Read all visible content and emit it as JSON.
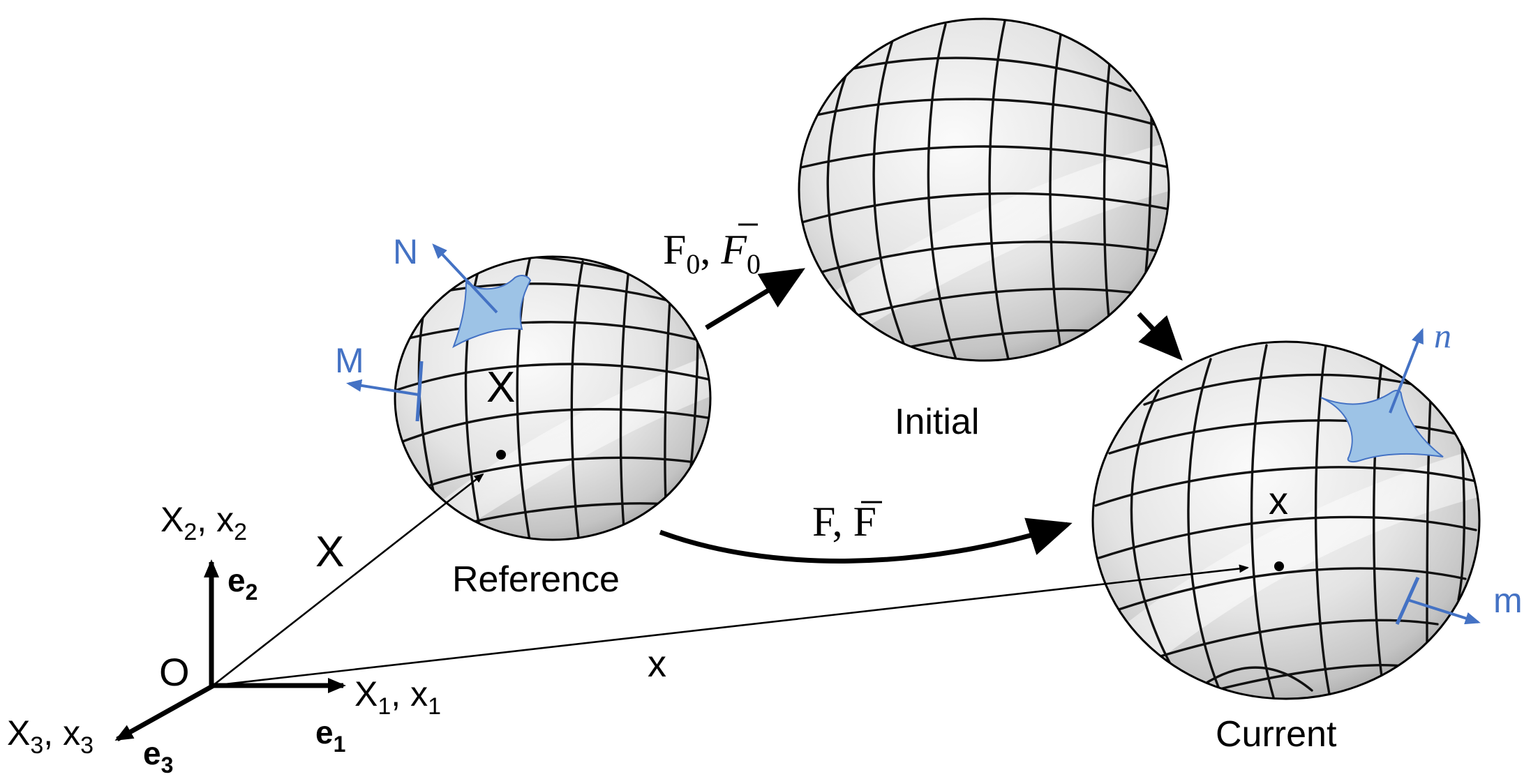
{
  "labels": {
    "reference": "Reference",
    "initial": "Initial",
    "current": "Current",
    "F0_upright": "F",
    "F0_upright_sub": "0",
    "F0_sep": ", ",
    "F0_bar": "F",
    "F0_bar_sub": "0",
    "F_map": "F, ",
    "F_map_bar": "F",
    "X_point": "X",
    "x_point": "x",
    "X_vector": "X",
    "x_vector": "x",
    "N": "N",
    "M": "M",
    "n": "n",
    "m": "m",
    "origin": "O",
    "axis2_a": "X",
    "axis2_a_sub": "2",
    "axis2_b": ", x",
    "axis2_b_sub": "2",
    "axis1_a": "X",
    "axis1_a_sub": "1",
    "axis1_b": ", x",
    "axis1_b_sub": "1",
    "axis3_a": "X",
    "axis3_a_sub": "3",
    "axis3_b": ", x",
    "axis3_b_sub": "3",
    "e1": "e",
    "e1_sub": "1",
    "e2": "e",
    "e2_sub": "2",
    "e3": "e",
    "e3_sub": "3"
  },
  "colors": {
    "accent_blue": "#4472C4",
    "patch_fill": "#9DC3E6",
    "sphere_light": "#f2f2f2",
    "sphere_dark": "#a9a9a9"
  }
}
